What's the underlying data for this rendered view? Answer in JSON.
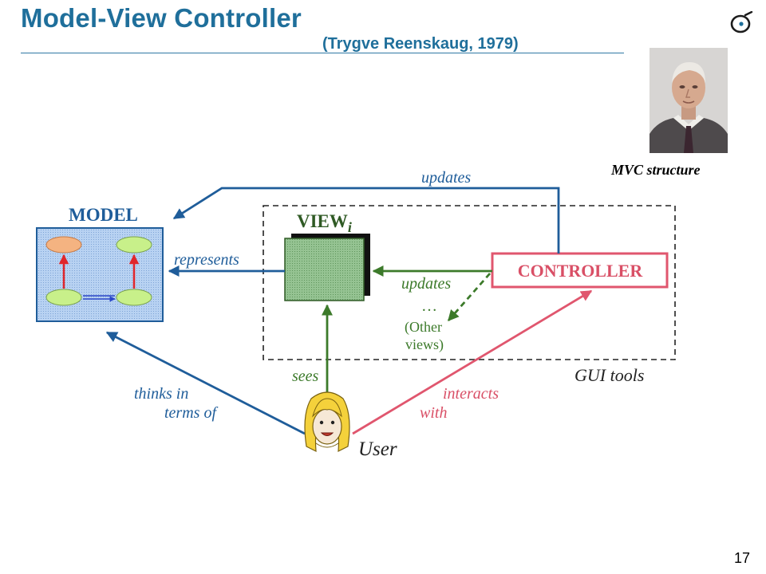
{
  "slide": {
    "title": "Model-View Controller",
    "subtitle": "(Trygve Reenskaug, 1979)",
    "page_number": "17",
    "caption": "MVC structure"
  },
  "diagram": {
    "model_label": "MODEL",
    "view_label": "VIEW",
    "view_subscript": "i",
    "controller_label": "CONTROLLER",
    "gui_tools_label": "GUI tools",
    "user_label": "User",
    "edges": {
      "updates_model": "updates",
      "represents": "represents",
      "updates_view": "updates",
      "ellipsis": "…",
      "other_views_1": "(Other",
      "other_views_2": "views)",
      "sees": "sees",
      "thinks_in": "thinks in",
      "terms_of": "terms of",
      "interacts": "interacts",
      "with": "with"
    }
  },
  "icons": {
    "logo": "eiffel-logo-icon",
    "portrait": "portrait-photo",
    "user": "user-face-icon"
  },
  "colors": {
    "title": "#1f6f9b",
    "blue_arrow": "#1f5d9a",
    "green_arrow": "#3c7a2a",
    "red_arrow": "#e0566e",
    "controller": "#d94f66",
    "model_fill": "#a9c7ec",
    "view_fill": "#86b984"
  }
}
